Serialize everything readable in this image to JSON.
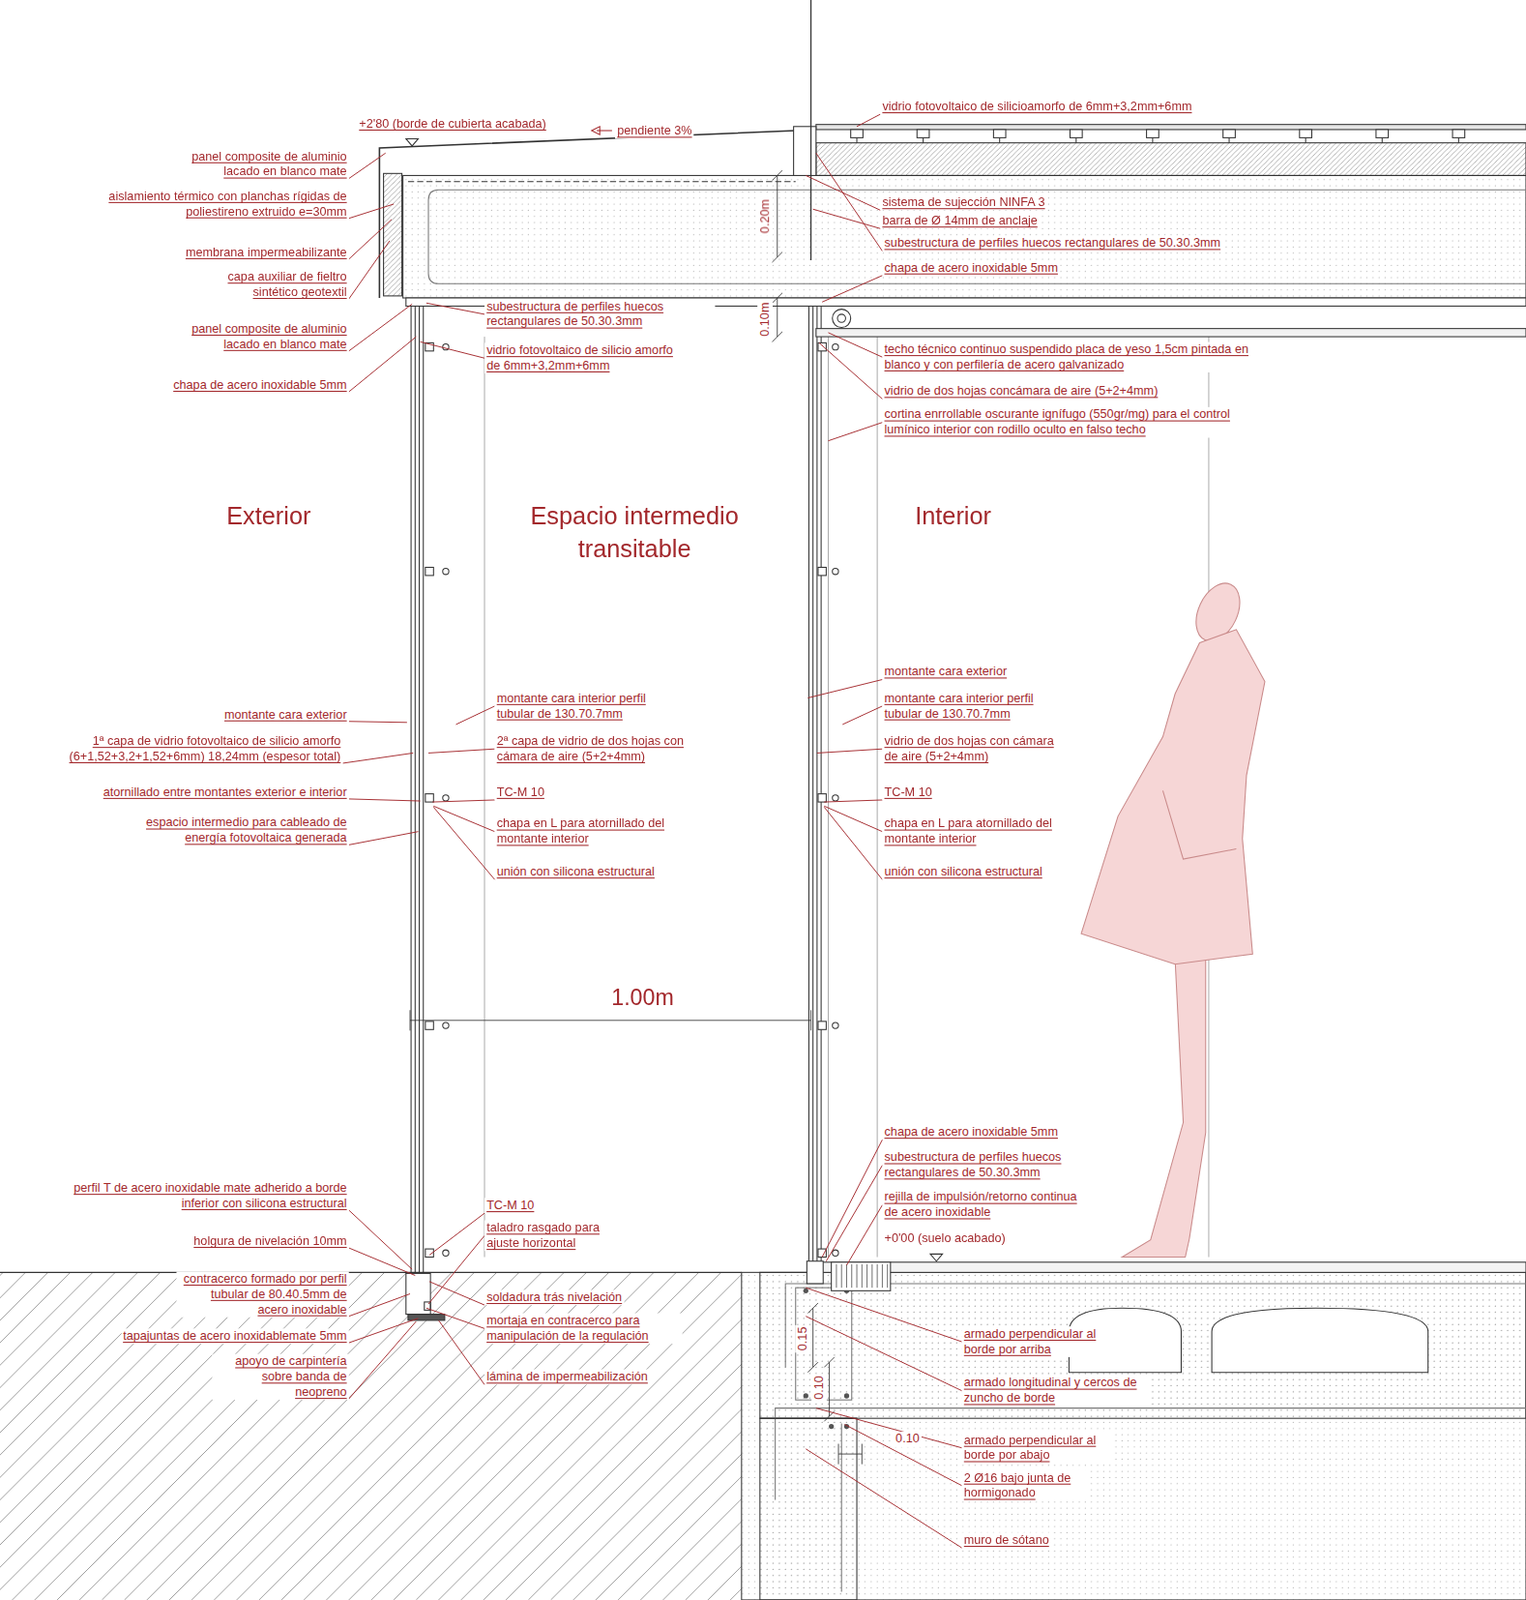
{
  "diagram": {
    "labels": [
      "+2'80 (borde de cubierta acabada)",
      "pendiente 3%",
      "vidrio fotovoltaico de silicioamorfo de 6mm+3,2mm+6mm",
      "panel composite de aluminio lacado en blanco mate",
      "aislamiento térmico con planchas rígidas de poliestireno extruido e=30mm",
      "membrana impermeabilizante",
      "capa auxiliar de fieltro sintético geotextil",
      "sistema de sujección NINFA 3",
      "barra de Ø 14mm de anclaje",
      "0.20m",
      "subestructura de perfiles huecos rectangulares de 50.30.3mm",
      "chapa de acero inoxidable 5mm",
      "panel composite de aluminio lacado en blanco mate",
      "subestructura de perfiles huecos rectangulares de 50.30.3mm",
      "0.10m",
      "vidrio fotovoltaico de silicio amorfo de 6mm+3,2mm+6mm",
      "techo técnico continuo suspendido placa de yeso 1,5cm pintada en blanco y con perfilería de acero galvanizado",
      "chapa de acero inoxidable 5mm",
      "vidrio de dos hojas concámara de aire (5+2+4mm)",
      "cortina enrrollable oscurante ignífugo (550gr/mg) para el control lumínico interior con rodillo oculto en falso techo",
      "Exterior",
      "Espacio intermedio transitable",
      "Interior",
      "montante cara exterior",
      "montante cara interior perfil tubular de 130.70.7mm",
      "montante cara interior perfil tubular de 130.70.7mm",
      "montante cara exterior",
      "1ª capa de vidrio fotovoltaico de silicio amorfo (6+1,52+3,2+1,52+6mm) 18,24mm (espesor total)",
      "2ª capa de vidrio de dos hojas con cámara de aire (5+2+4mm)",
      "vidrio de dos hojas con cámara de aire (5+2+4mm)",
      "atornillado entre montantes exterior e interior",
      "TC-M 10",
      "TC-M 10",
      "espacio intermedio para cableado de energía fotovoltaica generada",
      "chapa en L para atornillado del montante interior",
      "chapa en L para atornillado del montante interior",
      "unión con silicona estructural",
      "unión con silicona estructural",
      "1.00m",
      "chapa de acero inoxidable 5mm",
      "subestructura de perfiles huecos rectangulares de 50.30.3mm",
      "perfil T de acero inoxidable mate adherido a borde inferior con silicona estructural",
      "rejilla de impulsión/retorno continua de acero inoxidable",
      "TC-M 10",
      "taladro rasgado para ajuste horizontal",
      "+0'00 (suelo acabado)",
      "holgura de nivelación 10mm",
      "contracerco formado por perfil tubular de 80.40.5mm de acero inoxidable",
      "soldadura trás nivelación",
      "mortaja en contracerco para manipulación de la regulación",
      "armado perpendicular al borde por arriba",
      "tapajuntas de acero inoxidablemate 5mm",
      "0.15",
      "apoyo de carpintería sobre banda de neopreno",
      "lámina de impermeabilización",
      "armado longitudinal y cercos de zuncho de borde",
      "0.10",
      "0.10",
      "armado perpendicular al borde por abajo",
      "2 Ø16 bajo junta de hormigonado",
      "muro de sótano"
    ]
  }
}
